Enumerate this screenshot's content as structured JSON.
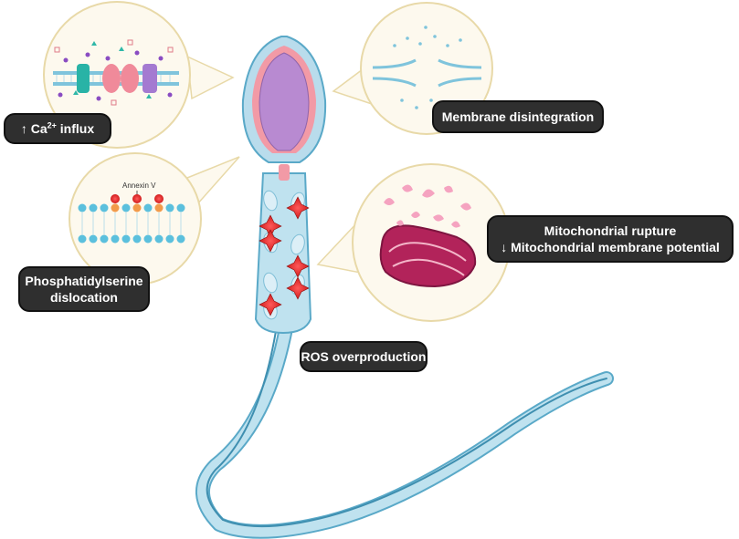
{
  "labels": {
    "ca_influx": {
      "arrow": "↑",
      "prefix": "Ca",
      "superscript": "2+",
      "suffix": "influx"
    },
    "membrane": "Membrane disintegration",
    "phosphatidylserine": [
      "Phosphatidylserine",
      "dislocation"
    ],
    "mitochondrial": [
      "Mitochondrial rupture",
      "↓ Mitochondrial membrane potential"
    ],
    "ros": "ROS overproduction",
    "annexin": "Annexin V"
  },
  "colors": {
    "panel_fill": "#fdf9ee",
    "panel_stroke": "#e8d9a8",
    "tail_fill": "#bfe2ef",
    "tail_stroke": "#5aa9c8",
    "head_fill": "#b88ad1",
    "acrosome": "#f29aa6",
    "mito": "#b2235a",
    "label_bg": "#2f2f2f"
  }
}
